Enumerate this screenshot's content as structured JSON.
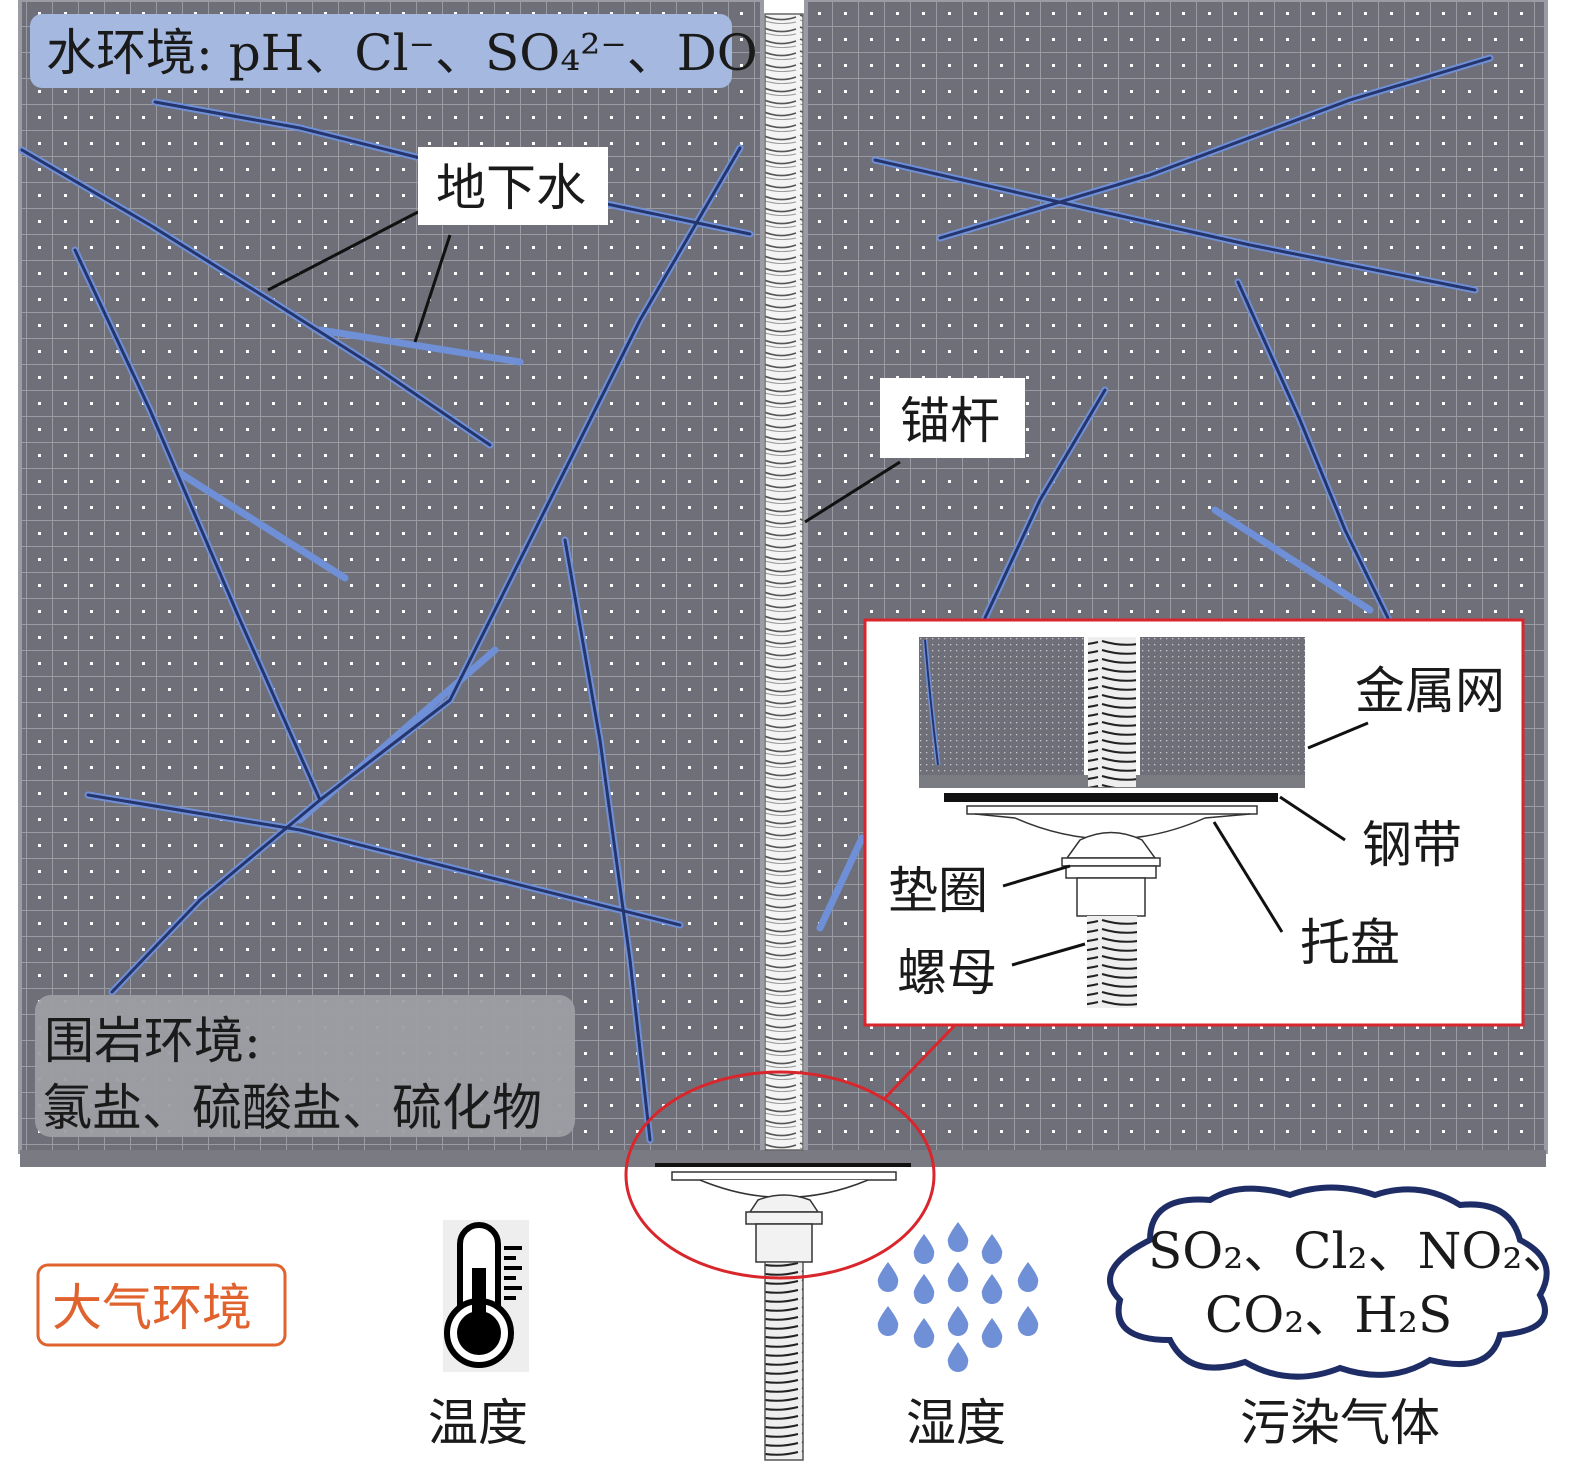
{
  "water_env": {
    "label": "水环境: pH、Cl⁻、SO₄²⁻、DO"
  },
  "groundwater": {
    "label": "地下水"
  },
  "anchor_bolt": {
    "label": "锚杆"
  },
  "rock_env": {
    "title": "围岩环境:",
    "items": "氯盐、硫酸盐、硫化物"
  },
  "inset": {
    "metal_mesh": "金属网",
    "steel_strip": "钢带",
    "tray": "托盘",
    "washer": "垫圈",
    "nut": "螺母"
  },
  "atmosphere": {
    "label": "大气环境"
  },
  "temperature": {
    "label": "温度",
    "icon": "thermometer-icon"
  },
  "humidity": {
    "label": "湿度",
    "icon": "water-drops-icon"
  },
  "pollutants": {
    "label": "污染气体",
    "line1": "SO₂、Cl₂、NO₂、",
    "line2": "CO₂、H₂S",
    "icon": "cloud-icon"
  },
  "colors": {
    "rock": "#6e6f78",
    "crack": "#2b3c7a",
    "crack_edge": "#6f8fd6",
    "water_box": "#a4b8e0",
    "inset_border": "#d9262c",
    "atmosphere_text": "#e0622e"
  }
}
